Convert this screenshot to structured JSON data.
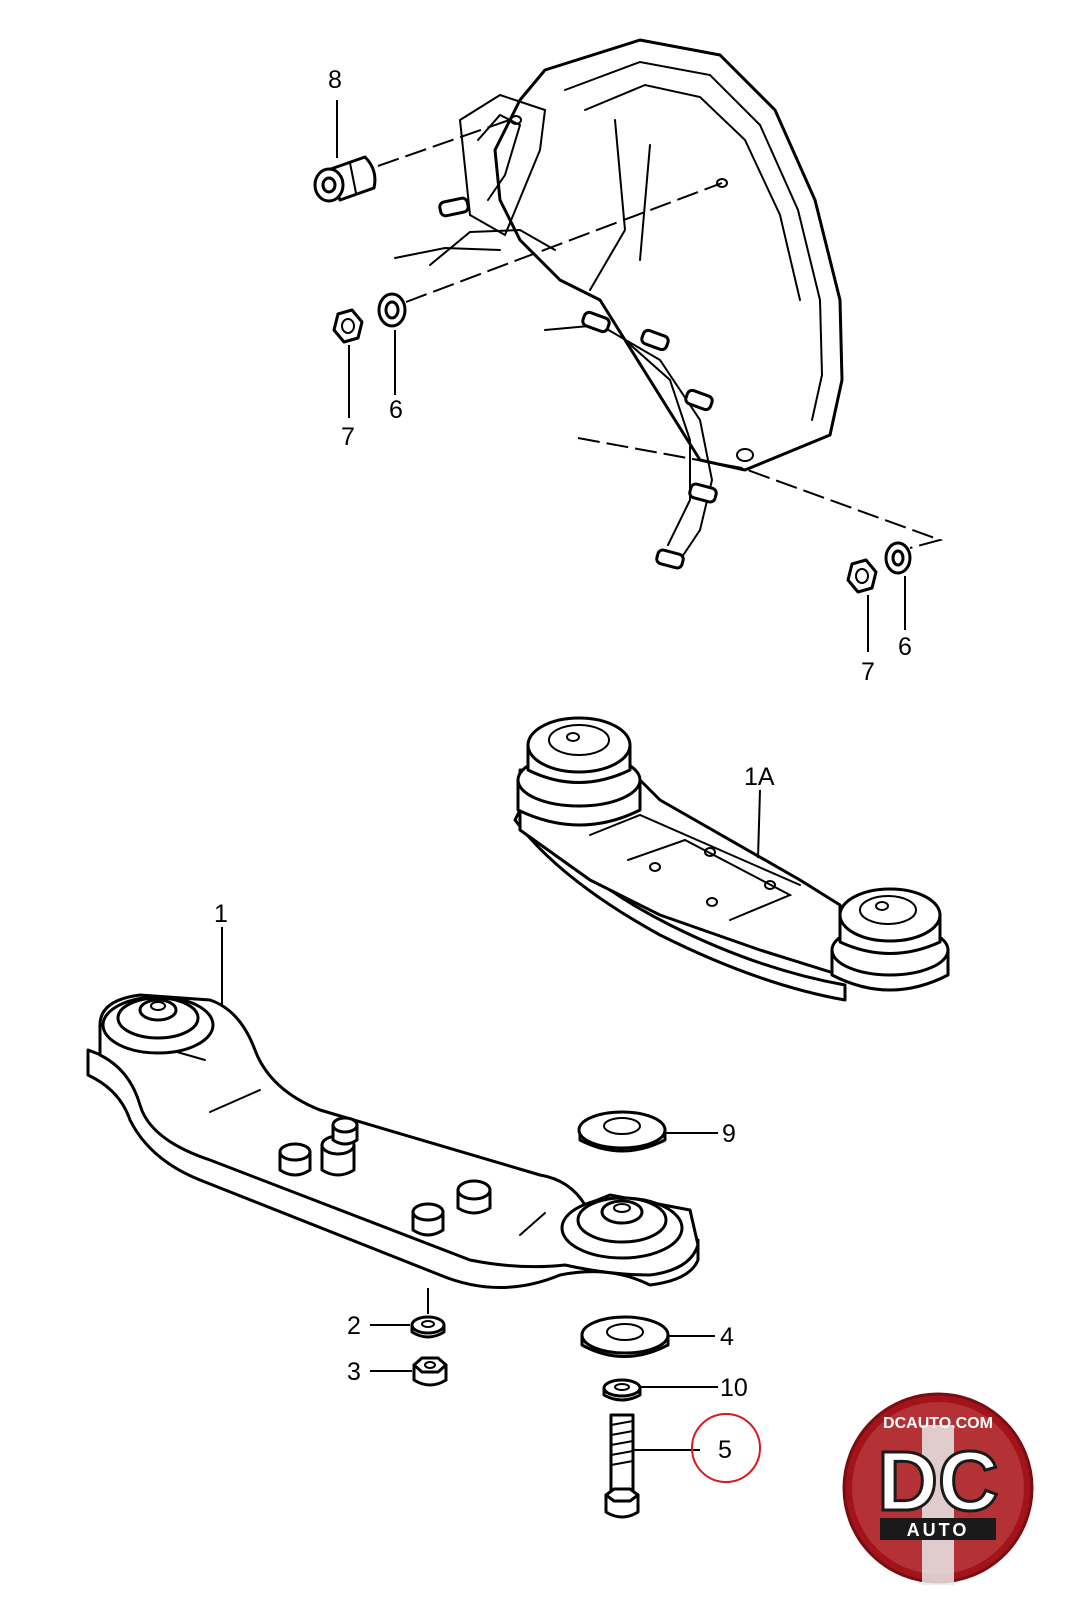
{
  "diagram": {
    "part_labels": {
      "p8": "8",
      "p7_left": "7",
      "p6_left": "6",
      "p7_right": "7",
      "p6_right": "6",
      "p1A": "1A",
      "p1": "1",
      "p9": "9",
      "p2": "2",
      "p3": "3",
      "p4": "4",
      "p10": "10",
      "p5": "5"
    },
    "highlighted_part": "5"
  },
  "logo": {
    "url_text": "DCAUTO.COM",
    "monogram": "DC",
    "word": "AUTO"
  },
  "colors": {
    "highlight": "#d7191c",
    "logo_red": "#a2131b",
    "line": "#000000"
  }
}
